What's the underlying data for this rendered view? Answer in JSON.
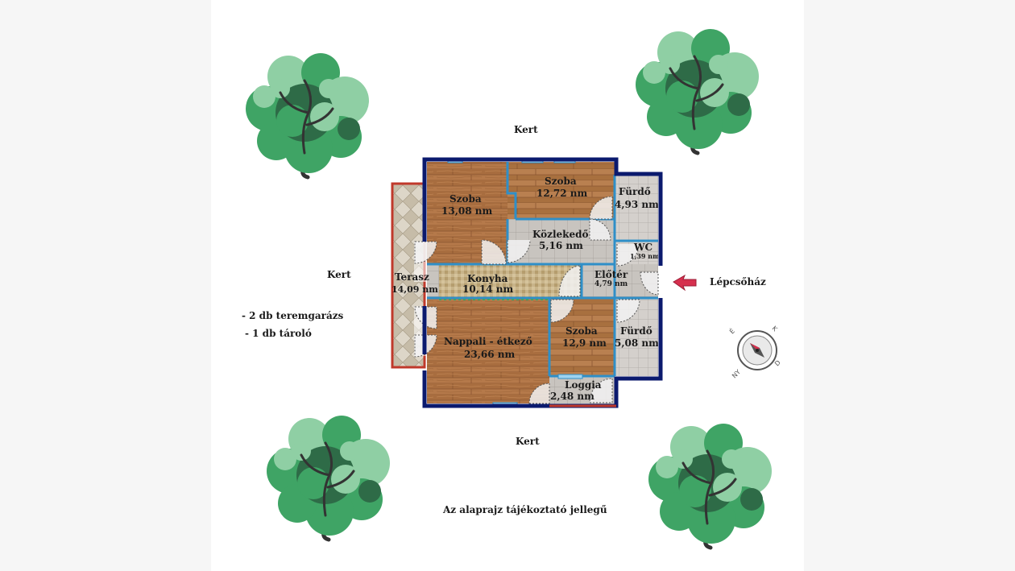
{
  "garden_labels": {
    "top": "Kert",
    "left": "Kert",
    "bottom": "Kert"
  },
  "notes": [
    "- 2 db teremgarázs",
    "- 1 db tároló"
  ],
  "disclaimer": "Az alaprajz tájékoztató jellegű",
  "stairwell": "Lépcsőház",
  "compass": {
    "north": "É",
    "east": "K",
    "south": "D",
    "west": "NY"
  },
  "rooms": {
    "szoba1": {
      "name": "Szoba",
      "area": "13,08 nm"
    },
    "szoba2": {
      "name": "Szoba",
      "area": "12,72 nm"
    },
    "furdo1": {
      "name": "Fürdő",
      "area": "4,93 nm"
    },
    "kozlekedo": {
      "name": "Közlekedő",
      "area": "5,16 nm"
    },
    "wc": {
      "name": "WC",
      "area": "1,39 nm"
    },
    "terasz": {
      "name": "Terasz",
      "area": "14,09 nm"
    },
    "konyha": {
      "name": "Konyha",
      "area": "10,14 nm"
    },
    "eloter": {
      "name": "Előtér",
      "area": "4,79 nm"
    },
    "nappali": {
      "name": "Nappali - étkező",
      "area": "23,66 nm"
    },
    "szoba3": {
      "name": "Szoba",
      "area": "12,9 nm"
    },
    "furdo2": {
      "name": "Fürdő",
      "area": "5,08 nm"
    },
    "loggia": {
      "name": "Loggia",
      "area": "2,48 nm"
    }
  },
  "colors": {
    "wall": "#0b1a6e",
    "inner_wall": "#2f8fc8",
    "terrace_border": "#c0392b",
    "wood": "#b07845",
    "tile": "#cfcfcf",
    "tree_dark": "#2e6b47",
    "tree_mid": "#3fa465",
    "tree_light": "#8fcfa4",
    "arrow": "#d6304e"
  }
}
